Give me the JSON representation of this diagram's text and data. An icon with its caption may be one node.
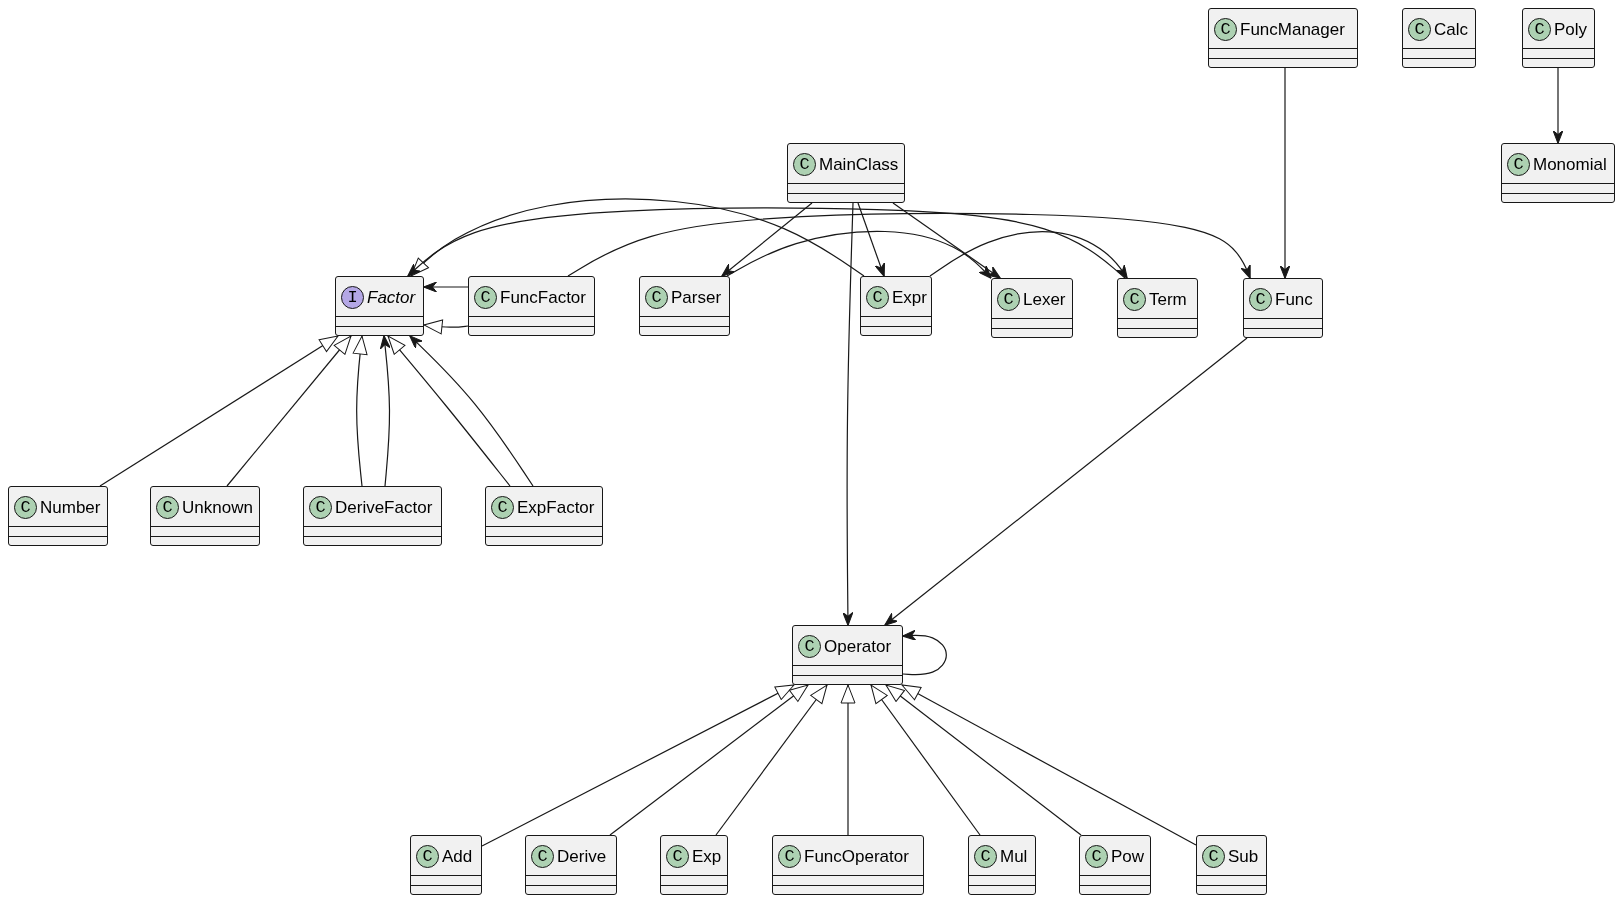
{
  "diagram": {
    "nodes": [
      {
        "text": [
          "C",
          "FuncManager"
        ]
      },
      {
        "text": [
          "C",
          "Calc"
        ]
      },
      {
        "text": [
          "C",
          "Poly"
        ]
      },
      {
        "text": [
          "C",
          "MainClass"
        ]
      },
      {
        "text": [
          "C",
          "Monomial"
        ]
      },
      {
        "text": [
          "I",
          "Factor"
        ]
      },
      {
        "text": [
          "C",
          "FuncFactor"
        ]
      },
      {
        "text": [
          "C",
          "Parser"
        ]
      },
      {
        "text": [
          "C",
          "Expr"
        ]
      },
      {
        "text": [
          "C",
          "Lexer"
        ]
      },
      {
        "text": [
          "C",
          "Term"
        ]
      },
      {
        "text": [
          "C",
          "Func"
        ]
      },
      {
        "text": [
          "C",
          "Number"
        ]
      },
      {
        "text": [
          "C",
          "Unknown"
        ]
      },
      {
        "text": [
          "C",
          "DeriveFactor"
        ]
      },
      {
        "text": [
          "C",
          "ExpFactor"
        ]
      },
      {
        "text": [
          "C",
          "Operator"
        ]
      },
      {
        "text": [
          "C",
          "Add"
        ]
      },
      {
        "text": [
          "C",
          "Derive"
        ]
      },
      {
        "text": [
          "C",
          "Exp"
        ]
      },
      {
        "text": [
          "C",
          "FuncOperator"
        ]
      },
      {
        "text": [
          "C",
          "Mul"
        ]
      },
      {
        "text": [
          "C",
          "Pow"
        ]
      },
      {
        "text": [
          "C",
          "Sub"
        ]
      }
    ],
    "edges": [
      {
        "from": 0,
        "to": 11,
        "arrow": "to"
      },
      {
        "from": 2,
        "to": 4,
        "arrow": "to"
      },
      {
        "from": 3,
        "to": 7,
        "arrow": "to"
      },
      {
        "from": 3,
        "to": 8,
        "arrow": "to"
      },
      {
        "from": 3,
        "to": 9,
        "arrow": "to"
      },
      {
        "from": 3,
        "to": 16,
        "arrow": "to"
      },
      {
        "from": 7,
        "to": 9,
        "arrow": "to"
      },
      {
        "from": 8,
        "to": 10,
        "arrow": "to"
      },
      {
        "from": 8,
        "to": 5,
        "arrow": "to"
      },
      {
        "from": 10,
        "to": 5,
        "arrow": "to"
      },
      {
        "from": 6,
        "to": 11,
        "arrow": "to"
      },
      {
        "from": 6,
        "to": 5,
        "arrow": "to"
      },
      {
        "from": 6,
        "to": 5,
        "arrow": "to"
      },
      {
        "from": 12,
        "to": 5,
        "arrow": "to"
      },
      {
        "from": 13,
        "to": 5,
        "arrow": "to"
      },
      {
        "from": 14,
        "to": 5,
        "arrow": "to"
      },
      {
        "from": 14,
        "to": 5,
        "arrow": "to"
      },
      {
        "from": 15,
        "to": 5,
        "arrow": "to"
      },
      {
        "from": 15,
        "to": 5,
        "arrow": "to"
      },
      {
        "from": 11,
        "to": 16,
        "arrow": "to"
      },
      {
        "from": 16,
        "to": 16,
        "arrow": "to"
      },
      {
        "from": 17,
        "to": 16,
        "arrow": "to"
      },
      {
        "from": 18,
        "to": 16,
        "arrow": "to"
      },
      {
        "from": 19,
        "to": 16,
        "arrow": "to"
      },
      {
        "from": 20,
        "to": 16,
        "arrow": "to"
      },
      {
        "from": 21,
        "to": 16,
        "arrow": "to"
      },
      {
        "from": 22,
        "to": 16,
        "arrow": "to"
      },
      {
        "from": 23,
        "to": 16,
        "arrow": "to"
      }
    ]
  }
}
